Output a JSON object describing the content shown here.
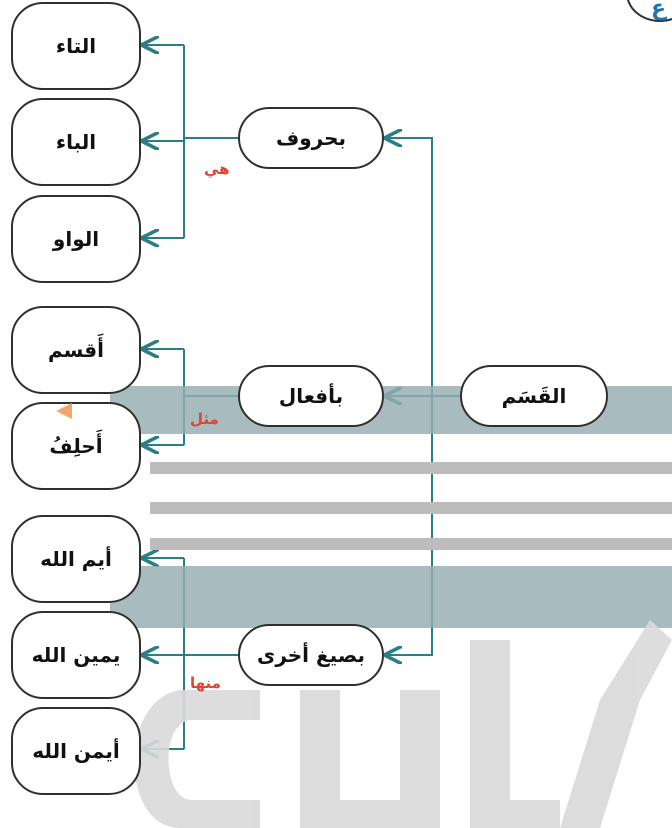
{
  "diagram": {
    "root": "القَسَم",
    "corner_glyph": "ع",
    "branches": [
      {
        "label": "بحروف",
        "relation": "هي",
        "items": [
          "التاء",
          "الباء",
          "الواو"
        ]
      },
      {
        "label": "بأفعال",
        "relation": "مثل",
        "items": [
          "أَقسم",
          "أَحلِفُ"
        ]
      },
      {
        "label": "بصيغ أخرى",
        "relation": "منها",
        "items": [
          "أيم الله",
          "يمين الله",
          "أيمن الله"
        ]
      }
    ]
  },
  "colors": {
    "connector": "#2a7f86",
    "relation_text": "#e0432f",
    "band": "#95adb1",
    "stripe": "#bcbcbc",
    "watermark": "#d9d9d9"
  }
}
